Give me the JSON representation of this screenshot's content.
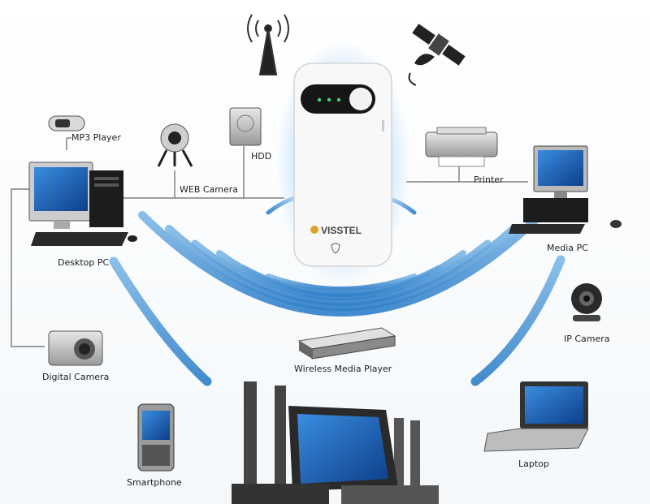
{
  "router": {
    "brand": "VISSTEL"
  },
  "devices": {
    "mp3_player": "MP3 Player",
    "web_camera": "WEB Camera",
    "hdd": "HDD",
    "desktop_pc": "Desktop PC",
    "digital_camera": "Digital Camera",
    "smartphone": "Smartphone",
    "wireless_media_player": "Wireless Media Player",
    "printer": "Printer",
    "media_pc": "Media PC",
    "ip_camera": "IP Camera",
    "laptop": "Laptop"
  },
  "colors": {
    "wave": "#4d9ad6",
    "screen": "#2b5fb0",
    "line": "#666666"
  }
}
